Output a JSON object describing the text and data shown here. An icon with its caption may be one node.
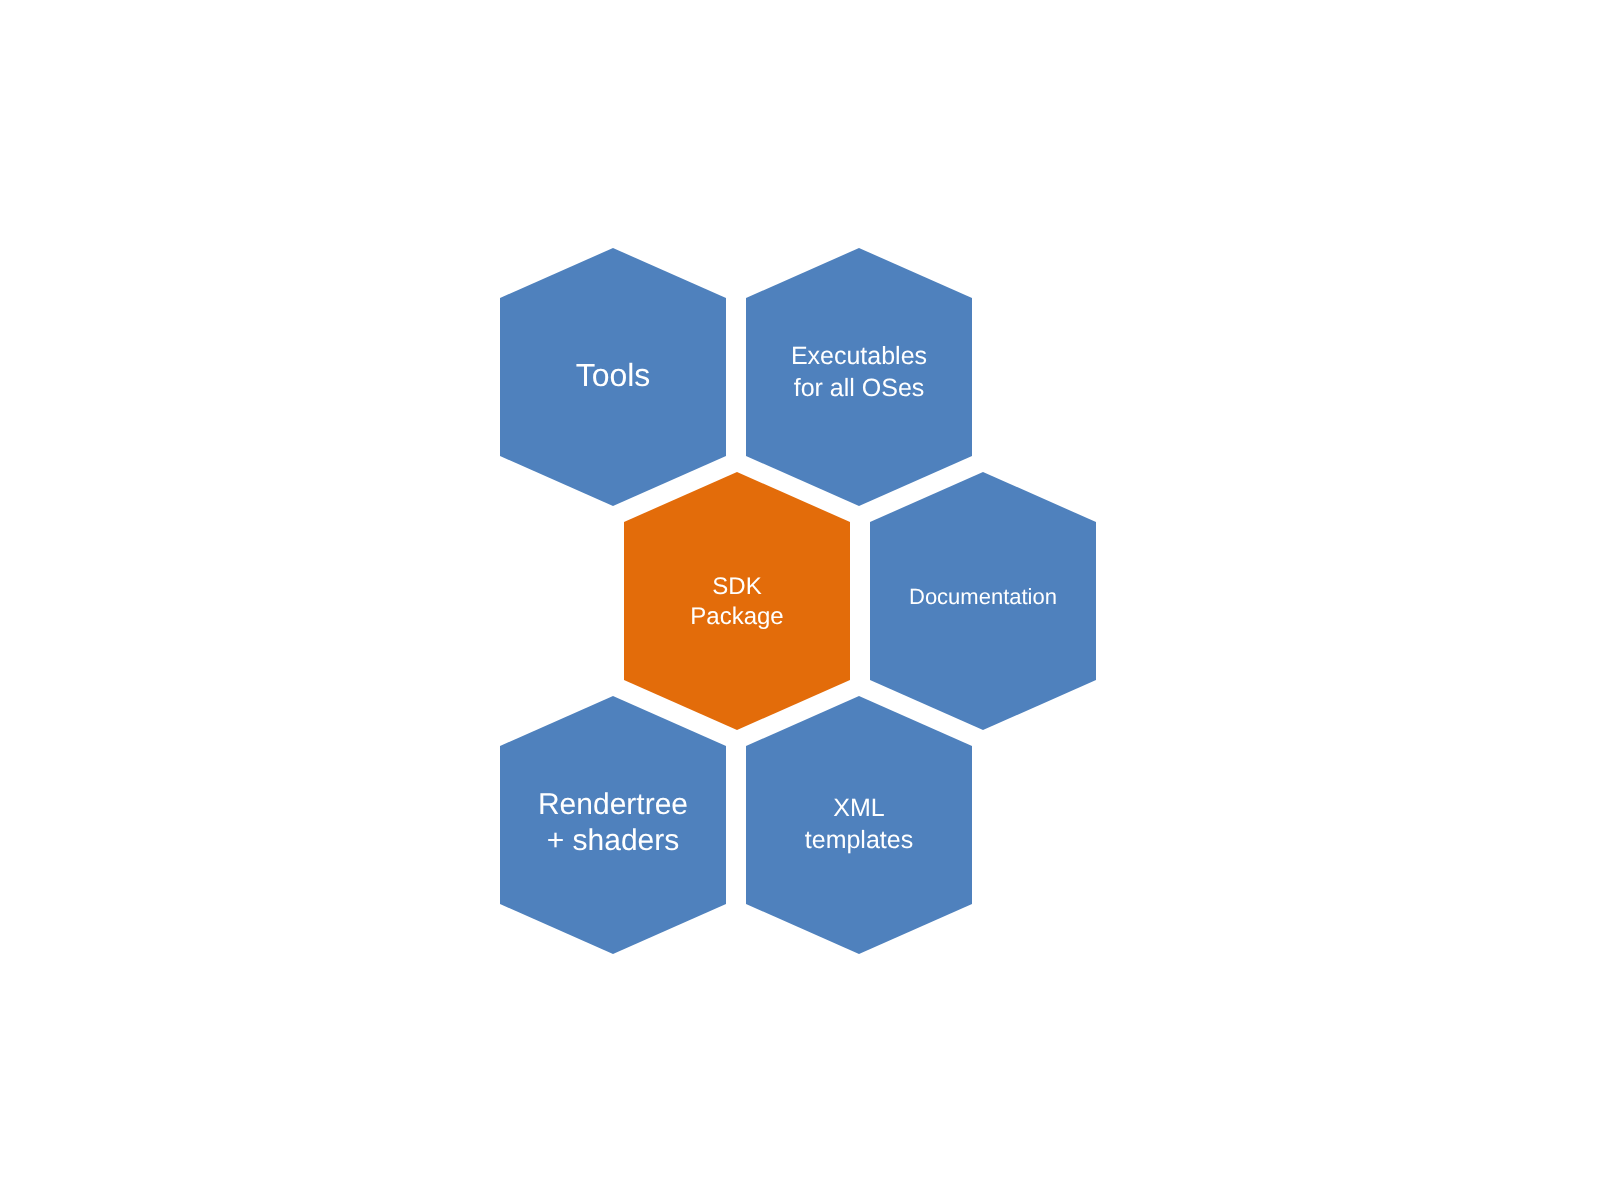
{
  "diagram": {
    "nodes": [
      {
        "text": [
          "Tools"
        ]
      },
      {
        "text": [
          "Executables for all OSes"
        ]
      },
      {
        "text": [
          "SDK Package"
        ]
      },
      {
        "text": [
          "Documentation"
        ]
      },
      {
        "text": [
          "Rendertree + shaders"
        ]
      },
      {
        "text": [
          "XML templates"
        ]
      }
    ]
  }
}
